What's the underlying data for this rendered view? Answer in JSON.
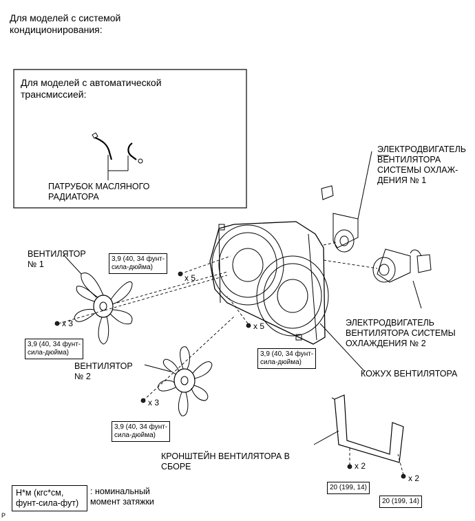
{
  "header": {
    "note": "Для моделей с системой\nкондиционирования:"
  },
  "inset": {
    "title": "Для моделей с автоматической\nтрансмиссией:",
    "part": "ПАТРУБОК МАСЛЯНОГО\nРАДИАТОРА"
  },
  "parts": {
    "motor1": "ЭЛЕКТРОДВИГАТЕЛЬ\nВЕНТИЛЯТОРА\nСИСТЕМЫ ОХЛАЖ-\nДЕНИЯ № 1",
    "fan1": "ВЕНТИЛЯТОР\n№ 1",
    "motor2": "ЭЛЕКТРОДВИГАТЕЛЬ\nВЕНТИЛЯТОРА СИСТЕМЫ\nОХЛАЖДЕНИЯ № 2",
    "shroud": "КОЖУХ ВЕНТИЛЯТОРА",
    "fan2": "ВЕНТИЛЯТОР\n№ 2",
    "bracket": "КРОНШТЕЙН ВЕНТИЛЯТОРА В\nСБОРЕ"
  },
  "torques": {
    "t1": "3,9 (40, 34 фунт-\nсила-дюйма)",
    "t2": "3,9 (40, 34 фунт-\nсила-дюйма)",
    "t3": "3,9 (40, 34 фунт-\nсила-дюйма)",
    "t4": "3,9 (40, 34 фунт-\nсила-дюйма)",
    "t5": "20 (199, 14)",
    "t6": "20 (199, 14)"
  },
  "multipliers": {
    "m1": "x 5",
    "m2": "x 3",
    "m3": "x 5",
    "m4": "x 3",
    "m5": "x 2",
    "m6": "x 2"
  },
  "legend": {
    "unit": "Н*м (кгс*см,\nфунт-сила-фут)",
    "desc": ": номинальный\nмомент затяжки"
  },
  "footer": {
    "mark": "P"
  }
}
